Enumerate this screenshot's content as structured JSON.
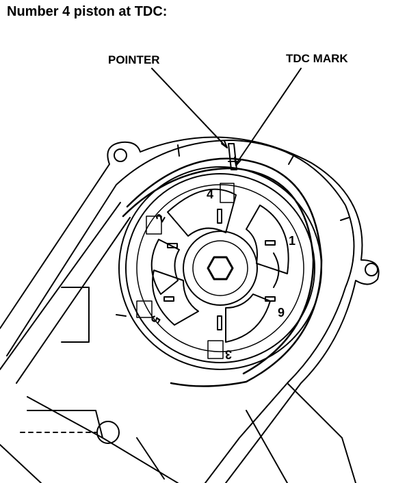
{
  "title": "Number 4 piston at TDC:",
  "labels": {
    "pointer": "POINTER",
    "tdc_mark": "TDC MARK"
  },
  "cylinder_numbers": {
    "n1": "1",
    "n2": "2",
    "n3": "3",
    "n4": "4",
    "n5": "5",
    "n6": "6"
  }
}
